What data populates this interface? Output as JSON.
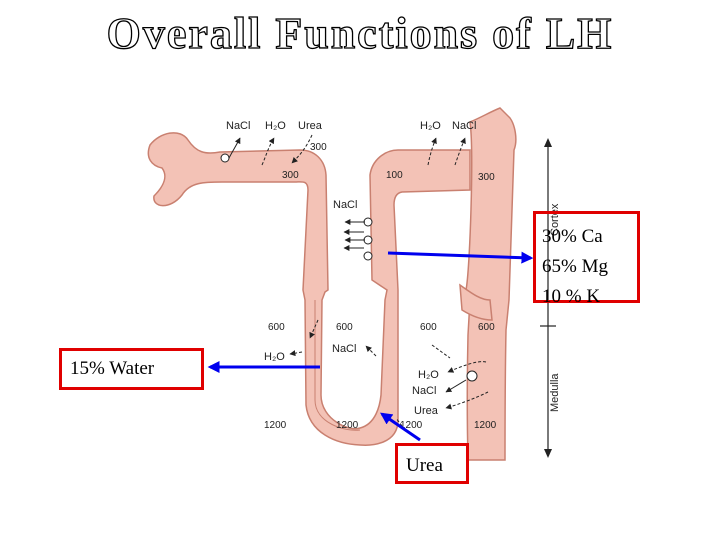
{
  "title": "Overall Functions of LH",
  "diagram": {
    "top_labels": {
      "nacl_1": "NaCl",
      "h2o_1": "H₂O",
      "urea_1": "Urea",
      "h2o_2": "H₂O",
      "nacl_2": "NaCl"
    },
    "osmolarity": {
      "v300_a": "300",
      "v300_b": "300",
      "v100": "100",
      "v300_c": "300",
      "v600_a": "600",
      "v600_b": "600",
      "v600_c": "600",
      "v600_d": "600",
      "v1200_a": "1200",
      "v1200_b": "1200",
      "v1200_c": "1200",
      "v1200_d": "1200"
    },
    "inner_labels": {
      "nacl_asc": "NaCl",
      "h2o_desc": "H₂O",
      "nacl_bend": "NaCl",
      "h2o_cd": "H₂O",
      "nacl_cd": "NaCl",
      "urea_cd": "Urea"
    },
    "zones": {
      "cortex": "Cortex",
      "medulla": "Medulla"
    }
  },
  "callouts": {
    "ions": [
      "30% Ca",
      "65% Mg",
      "10 % K"
    ],
    "water": "15% Water",
    "urea": "Urea"
  },
  "colors": {
    "tubule_fill": "#f3c2b6",
    "tubule_stroke": "#c98070",
    "box_border": "#e00000",
    "arrow": "#0000ee"
  }
}
